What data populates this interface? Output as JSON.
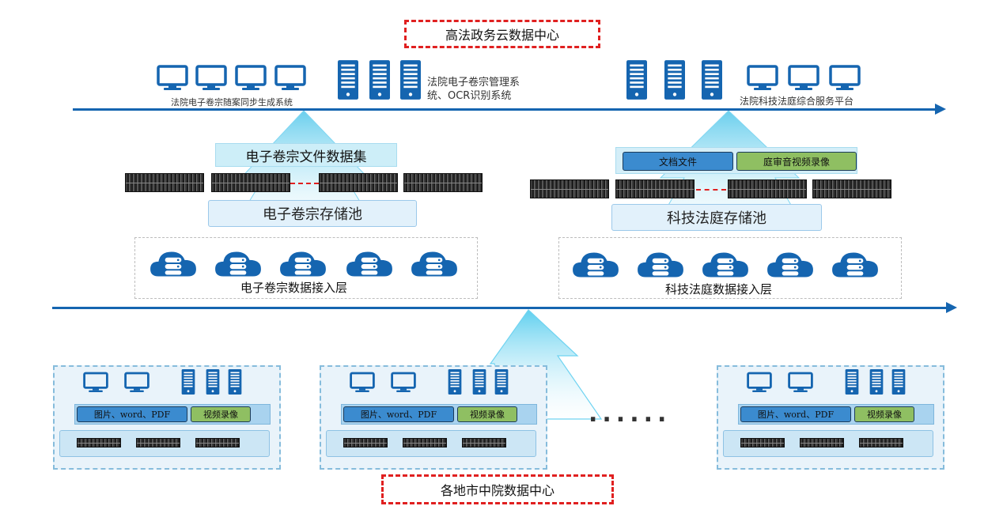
{
  "top_title": "高法政务云数据中心",
  "bottom_title": "各地市中院数据中心",
  "top_left": {
    "computers_label": "法院电子卷宗随案同步生成系统",
    "servers_label": "法院电子卷宗管理系\n统、OCR识别系统"
  },
  "top_right": {
    "computers_label": "法院科技法庭综合服务平台"
  },
  "left_column": {
    "dataset_label": "电子卷宗文件数据集",
    "pool_label": "电子卷宗存储池",
    "access_layer_label": "电子卷宗数据接入层"
  },
  "right_column": {
    "tag_documents": "文档文件",
    "tag_recordings": "庭审音视频录像",
    "pool_label": "科技法庭存储池",
    "access_layer_label": "科技法庭数据接入层"
  },
  "regional": {
    "tag_files": "图片、word、PDF",
    "tag_video": "视频录像",
    "ellipsis": "......"
  },
  "icons": {
    "computer": "computer-icon",
    "server": "server-icon",
    "cloud": "cloud-storage-icon"
  },
  "colors": {
    "line": "#1565b0",
    "accent_red": "#e02020",
    "icon_blue": "#1565b0"
  }
}
